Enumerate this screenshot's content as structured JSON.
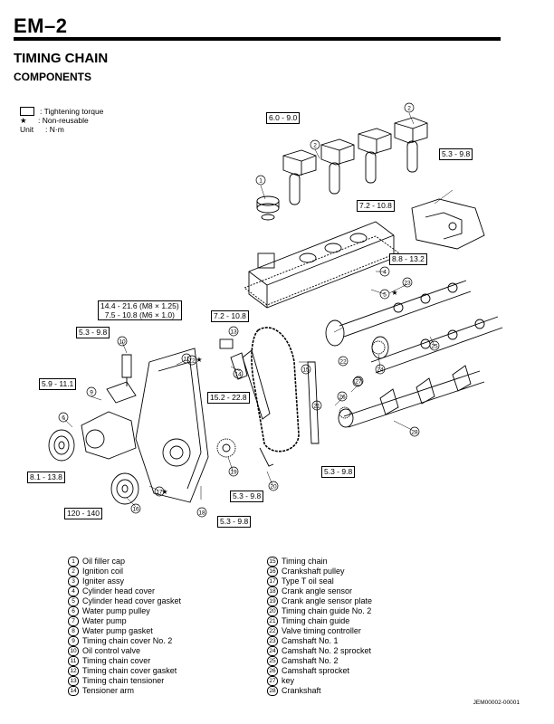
{
  "header": {
    "code": "EM–2"
  },
  "section": {
    "title": "TIMING CHAIN",
    "subtitle": "COMPONENTS"
  },
  "legend": {
    "torque_label": ": Tightening torque",
    "nonreusable_symbol": "★",
    "nonreusable_label": ": Non-reusable",
    "unit_key": "Unit",
    "unit_value": ": N·m"
  },
  "torque_specs": [
    "6.0 - 9.0",
    "5.3 - 9.8",
    "7.2 - 10.8",
    "8.8 - 13.2",
    "14.4 - 21.6 (M8 × 1.25)",
    "7.5 - 10.8 (M6 × 1.0)",
    "7.2 - 10.8",
    "5.3 - 9.8",
    "5.9 - 11.1",
    "15.2 - 22.8",
    "8.1 - 13.8",
    "5.3 - 9.8",
    "5.3 - 9.8",
    "120 - 140",
    "5.3 - 9.8"
  ],
  "parts_col1": [
    {
      "n": "1",
      "name": "Oil filler cap"
    },
    {
      "n": "2",
      "name": "Ignition coil"
    },
    {
      "n": "3",
      "name": "Igniter assy"
    },
    {
      "n": "4",
      "name": "Cylinder head cover"
    },
    {
      "n": "5",
      "name": "Cylinder head cover gasket"
    },
    {
      "n": "6",
      "name": "Water pump pulley"
    },
    {
      "n": "7",
      "name": "Water pump"
    },
    {
      "n": "8",
      "name": "Water pump gasket"
    },
    {
      "n": "9",
      "name": "Timing chain cover No. 2"
    },
    {
      "n": "10",
      "name": "Oil control valve"
    },
    {
      "n": "11",
      "name": "Timing chain cover"
    },
    {
      "n": "12",
      "name": "Timing chain cover gasket"
    },
    {
      "n": "13",
      "name": "Timing chain tensioner"
    },
    {
      "n": "14",
      "name": "Tensioner arm"
    }
  ],
  "parts_col2": [
    {
      "n": "15",
      "name": "Timing chain"
    },
    {
      "n": "16",
      "name": "Crankshaft pulley"
    },
    {
      "n": "17",
      "name": "Type T oil seal"
    },
    {
      "n": "18",
      "name": "Crank angle sensor"
    },
    {
      "n": "19",
      "name": "Crank angle sensor plate"
    },
    {
      "n": "20",
      "name": "Timing chain guide No. 2"
    },
    {
      "n": "21",
      "name": "Timing chain guide"
    },
    {
      "n": "22",
      "name": "Valve timing controller"
    },
    {
      "n": "23",
      "name": "Camshaft No. 1"
    },
    {
      "n": "24",
      "name": "Camshaft No. 2 sprocket"
    },
    {
      "n": "25",
      "name": "Camshaft No. 2"
    },
    {
      "n": "26",
      "name": "Camshaft sprocket"
    },
    {
      "n": "27",
      "name": "key"
    },
    {
      "n": "28",
      "name": "Crankshaft"
    }
  ],
  "footer": {
    "code": "JEM00002-00001"
  }
}
